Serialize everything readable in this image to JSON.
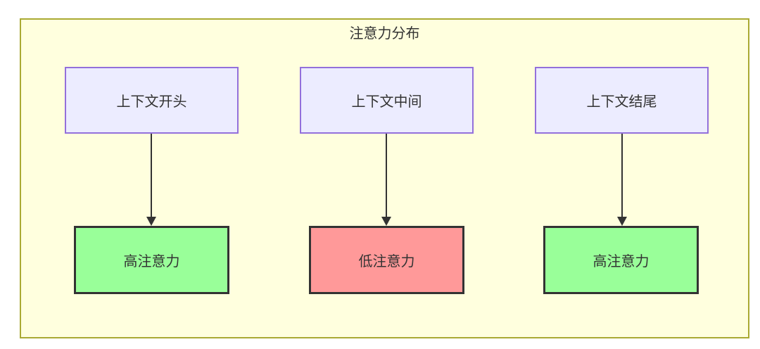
{
  "diagram": {
    "title": "注意力分布",
    "nodes": {
      "top": [
        "上下文开头",
        "上下文中间",
        "上下文结尾"
      ],
      "bottom": [
        "高注意力",
        "低注意力",
        "高注意力"
      ]
    },
    "edges": [
      {
        "from": "上下文开头",
        "to": "高注意力"
      },
      {
        "from": "上下文中间",
        "to": "低注意力"
      },
      {
        "from": "上下文结尾",
        "to": "高注意力"
      }
    ]
  },
  "colors": {
    "container_bg": "#ffffde",
    "container_border": "#aaaa33",
    "top_node_bg": "#ececff",
    "top_node_border": "#9370db",
    "high_attention_bg": "#99ff99",
    "low_attention_bg": "#ff9999",
    "bottom_node_border": "#333333",
    "arrow": "#333333",
    "text": "#333333"
  }
}
